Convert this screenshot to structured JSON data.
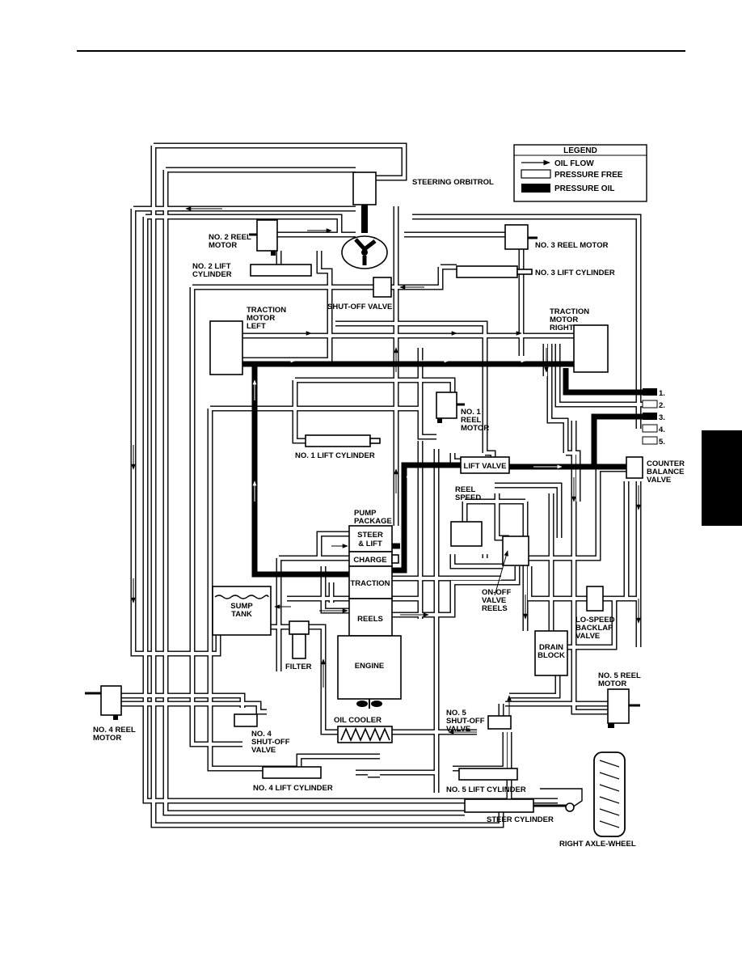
{
  "legend": {
    "title": "LEGEND",
    "oil_flow": "OIL FLOW",
    "pressure_free": "PRESSURE FREE",
    "pressure_oil": "PRESSURE OIL"
  },
  "components": {
    "steering_orbitrol": "STEERING ORBITROL",
    "no2_reel_motor": [
      "NO. 2 REEL",
      "MOTOR"
    ],
    "no3_reel_motor": "NO. 3 REEL MOTOR",
    "no2_lift_cylinder": [
      "NO. 2 LIFT",
      "CYLINDER"
    ],
    "no3_lift_cylinder": "NO. 3 LIFT CYLINDER",
    "shutoff_valve": "SHUT-OFF VALVE",
    "traction_motor_left": [
      "TRACTION",
      "MOTOR",
      "LEFT"
    ],
    "traction_motor_right": [
      "TRACTION",
      "MOTOR",
      "RIGHT"
    ],
    "no1_reel_motor": [
      "NO. 1",
      "REEL",
      "MOTOR"
    ],
    "no1_lift_cylinder": "NO. 1 LIFT CYLINDER",
    "lift_valve": "LIFT VALVE",
    "counter_balance_valve": [
      "COUNTER",
      "BALANCE",
      "VALVE"
    ],
    "reel_speed": [
      "REEL",
      "SPEED"
    ],
    "pump_package": [
      "PUMP",
      "PACKAGE"
    ],
    "steer_lift": [
      "STEER",
      "& LIFT"
    ],
    "charge": "CHARGE",
    "traction": "TRACTION",
    "reels": "REELS",
    "engine": "ENGINE",
    "sump_tank": [
      "SUMP",
      "TANK"
    ],
    "filter": "FILTER",
    "on_off_valve_reels": [
      "ON-OFF",
      "VALVE",
      "REELS"
    ],
    "lo_speed_backlap_valve": [
      "LO-SPEED",
      "BACKLAP",
      "VALVE"
    ],
    "drain_block": [
      "DRAIN",
      "BLOCK"
    ],
    "no5_reel_motor": [
      "NO. 5 REEL",
      "MOTOR"
    ],
    "no4_reel_motor": [
      "NO. 4 REEL",
      "MOTOR"
    ],
    "no4_shutoff_valve": [
      "NO. 4",
      "SHUT-OFF",
      "VALVE"
    ],
    "oil_cooler": "OIL COOLER",
    "no5_shutoff_valve": [
      "NO. 5",
      "SHUT-OFF",
      "VALVE"
    ],
    "no4_lift_cylinder": "NO. 4 LIFT CYLINDER",
    "no5_lift_cylinder": "NO. 5 LIFT CYLINDER",
    "steer_cylinder": "STEER CYLINDER",
    "right_axle_wheel": "RIGHT AXLE-WHEEL"
  },
  "ports": [
    "1.",
    "2.",
    "3.",
    "4.",
    "5."
  ]
}
